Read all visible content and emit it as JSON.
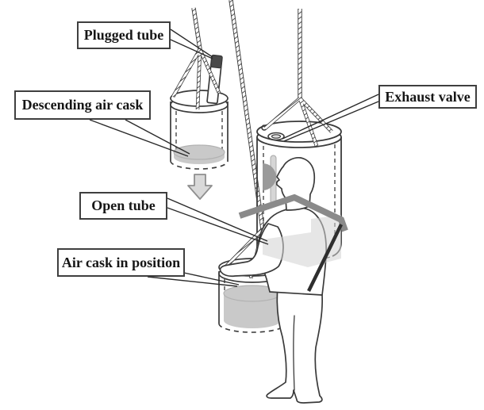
{
  "diagram": {
    "labels": [
      {
        "id": "plugged-tube",
        "text": "Plugged tube"
      },
      {
        "id": "descending-air-cask",
        "text": "Descending air cask"
      },
      {
        "id": "exhaust-valve",
        "text": "Exhaust valve"
      },
      {
        "id": "open-tube",
        "text": "Open tube"
      },
      {
        "id": "air-cask-in-position",
        "text": "Air cask in position"
      }
    ],
    "colors": {
      "background": "#ffffff",
      "line": "#3a3a3a",
      "water": "#c9c9c9",
      "water_edge": "#b2b2b2",
      "shading": "#d2d2d2",
      "strap": "#8a8a8a",
      "dark_strap": "#2e2e2e",
      "arrow_fill": "#d9d9d9",
      "arrow_edge": "#8f8f8f",
      "tube_plug": "#4a4a4a",
      "inner_tube": "#d6d6d6"
    }
  }
}
